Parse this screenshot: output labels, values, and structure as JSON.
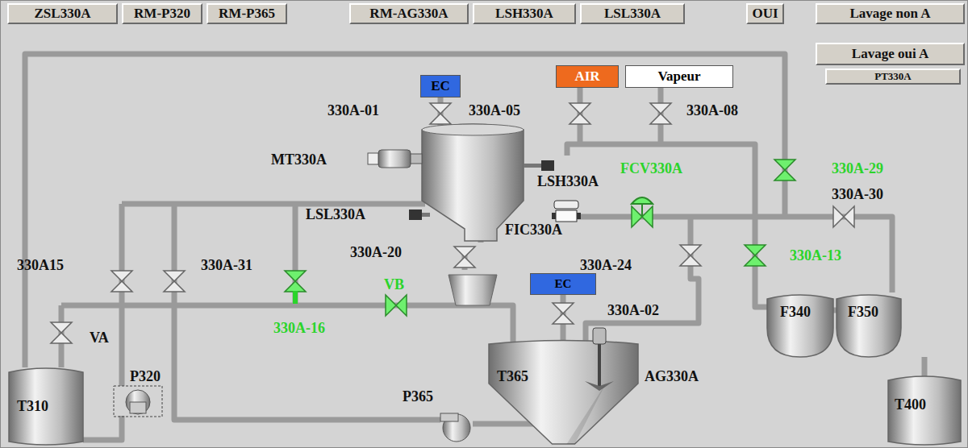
{
  "diagram": {
    "nodes": [
      {
        "text": [
          "ZSL330A"
        ]
      },
      {
        "text": [
          "RM-P320"
        ]
      },
      {
        "text": [
          "RM-P365"
        ]
      },
      {
        "text": [
          "RM-AG330A"
        ]
      },
      {
        "text": [
          "LSH330A"
        ]
      },
      {
        "text": [
          "LSL330A"
        ]
      },
      {
        "text": [
          "OUI"
        ]
      },
      {
        "text": [
          "Lavage non A"
        ]
      },
      {
        "text": [
          "Lavage oui A"
        ]
      },
      {
        "text": [
          "PT330A"
        ]
      },
      {
        "text": [
          "EC"
        ]
      },
      {
        "text": [
          "AIR"
        ]
      },
      {
        "text": [
          "Vapeur"
        ]
      },
      {
        "text": [
          "EC"
        ]
      },
      {
        "text": [
          "F340"
        ]
      },
      {
        "text": [
          "F350"
        ]
      },
      {
        "text": [
          "T310"
        ]
      },
      {
        "text": [
          "T365"
        ]
      },
      {
        "text": [
          "T400"
        ]
      }
    ],
    "edges": [
      {
        "from": 13,
        "to": 17,
        "arrow": "none"
      },
      {
        "from": 14,
        "to": 15,
        "arrow": "none"
      },
      {
        "from": 15,
        "to": 18,
        "arrow": "none"
      }
    ],
    "labels": [
      "330A-01",
      "330A-05",
      "330A-08",
      "MT330A",
      "LSH330A",
      "FCV330A",
      "330A-29",
      "330A-30",
      "LSL330A",
      "FIC330A",
      "330A15",
      "330A-31",
      "330A-20",
      "330A-24",
      "330A-13",
      "VB",
      "330A-16",
      "330A-02",
      "VA",
      "P320",
      "AG330A",
      "P365"
    ]
  }
}
